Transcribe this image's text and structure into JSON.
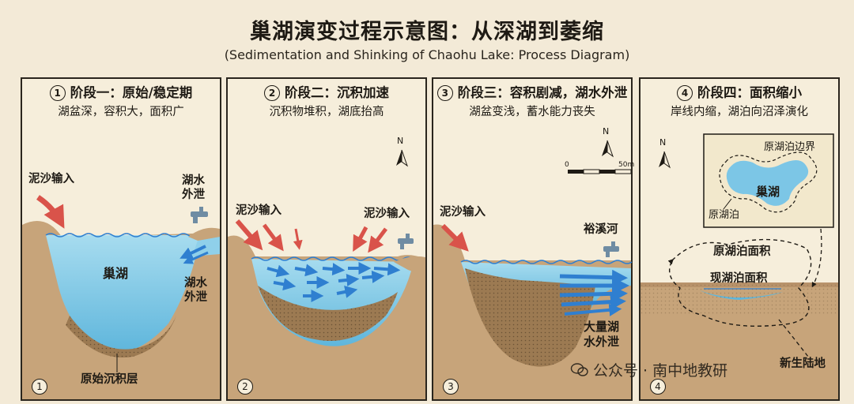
{
  "title": "巢湖演变过程示意图：从深湖到萎缩",
  "subtitle": "(Sedimentation and Shinking of Chaohu Lake: Process Diagram)",
  "panels": [
    {
      "num": "1",
      "title": "阶段一：原始/稳定期",
      "desc": [
        "湖盆深，容积大，面积广"
      ],
      "labels": {
        "sediment_in": "泥沙输入",
        "outflow_top": [
          "湖水",
          "外泄"
        ],
        "lake": "巢湖",
        "outflow_side": [
          "湖水",
          "外泄"
        ],
        "layer": "原始沉积层"
      }
    },
    {
      "num": "2",
      "title": "阶段二：沉积加速",
      "desc": [
        "沉积物堆积，湖底抬高"
      ],
      "labels": {
        "sediment_left": "泥沙输入",
        "sediment_right": "泥沙输入",
        "north": "N"
      }
    },
    {
      "num": "3",
      "title": "阶段三：容积剧减，湖水外泄",
      "desc": [
        "湖盆变浅，蓄水能力丧失"
      ],
      "labels": {
        "sediment_in": "泥沙输入",
        "river": "裕溪河",
        "outflow": [
          "大量湖",
          "水外泄"
        ],
        "north": "N",
        "scale_zero": "0",
        "scale_end": "50m"
      }
    },
    {
      "num": "4",
      "title": "阶段四：面积缩小",
      "desc": [
        "岸线内缩，湖泊向沼泽演化"
      ],
      "labels": {
        "original_boundary": "原湖泊边界",
        "lake": "巢湖",
        "original_lake": "原湖泊",
        "original_area": "原湖泊面积",
        "current_area": "现湖泊面积",
        "new_land": "新生陆地",
        "north": "N"
      }
    }
  ],
  "watermark": "公众号 · 南中地教研",
  "colors": {
    "background": "#f3ead7",
    "panel": "#f6eedb",
    "water": "#8fd0ea",
    "water_deep": "#5fb6dc",
    "soil": "#c7a47a",
    "sediment": "#9c7a52",
    "arrow_red": "#d9534a",
    "arrow_blue": "#2f7fd0"
  }
}
